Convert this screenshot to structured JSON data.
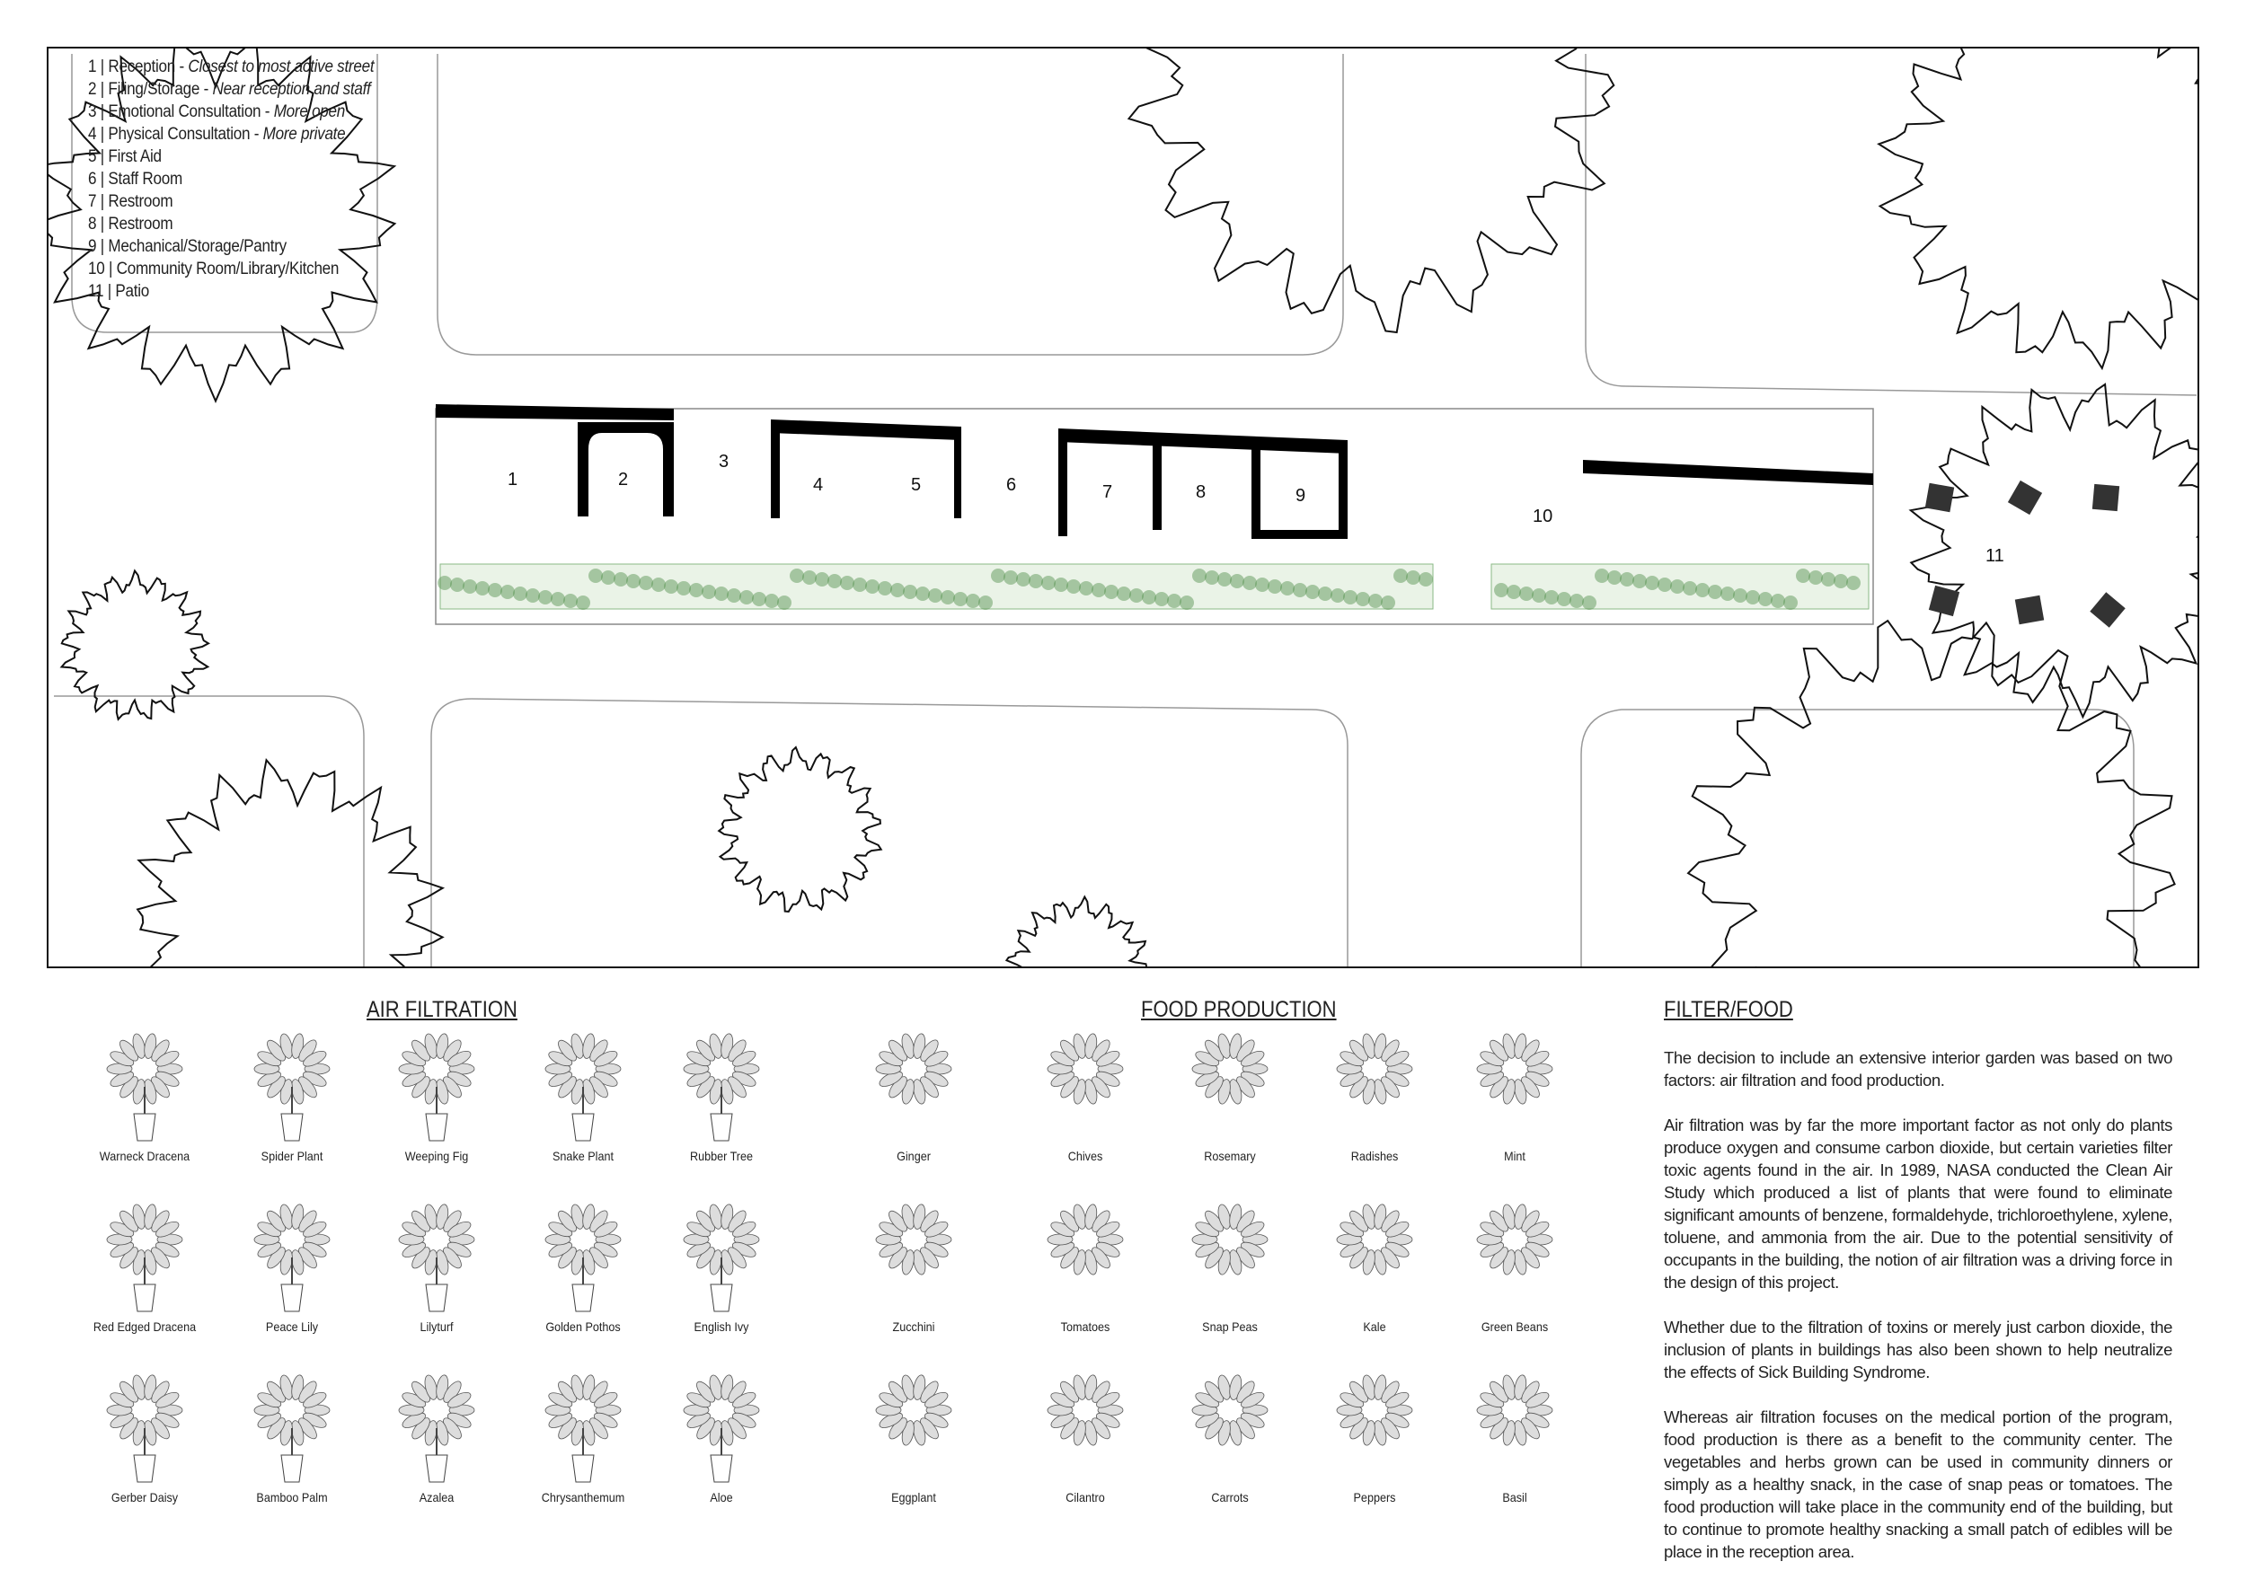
{
  "legend": [
    {
      "num": "1",
      "name": "Reception",
      "note": "Closest to most active street"
    },
    {
      "num": "2",
      "name": "Filing/Storage",
      "note": "Near reception and staff"
    },
    {
      "num": "3",
      "name": "Emotional Consultation",
      "note": "More open"
    },
    {
      "num": "4",
      "name": "Physical Consultation",
      "note": "More private"
    },
    {
      "num": "5",
      "name": "First Aid",
      "note": ""
    },
    {
      "num": "6",
      "name": "Staff Room",
      "note": ""
    },
    {
      "num": "7",
      "name": "Restroom",
      "note": ""
    },
    {
      "num": "8",
      "name": "Restroom",
      "note": ""
    },
    {
      "num": "9",
      "name": "Mechanical/Storage/Pantry",
      "note": ""
    },
    {
      "num": "10",
      "name": "Community Room/Library/Kitchen",
      "note": ""
    },
    {
      "num": "11",
      "name": "Patio",
      "note": ""
    }
  ],
  "room_numbers": [
    "1",
    "2",
    "3",
    "4",
    "5",
    "6",
    "7",
    "8",
    "9",
    "10",
    "11"
  ],
  "colors": {
    "wall": "#000000",
    "garden": "#4f8f4a",
    "line": "#111111"
  },
  "air_filtration": {
    "title": "AIR FILTRATION",
    "plants": [
      "Warneck Dracena",
      "Spider Plant",
      "Weeping Fig",
      "Snake Plant",
      "Rubber Tree",
      "Red Edged Dracena",
      "Peace Lily",
      "Lilyturf",
      "Golden Pothos",
      "English Ivy",
      "Gerber Daisy",
      "Bamboo Palm",
      "Azalea",
      "Chrysanthemum",
      "Aloe"
    ]
  },
  "food_production": {
    "title": "FOOD PRODUCTION",
    "plants": [
      "Ginger",
      "Chives",
      "Rosemary",
      "Radishes",
      "Mint",
      "Zucchini",
      "Tomatoes",
      "Snap Peas",
      "Kale",
      "Green Beans",
      "Eggplant",
      "Cilantro",
      "Carrots",
      "Peppers",
      "Basil"
    ]
  },
  "filter_food": {
    "title": "FILTER/FOOD",
    "paragraphs": [
      "The decision to include an extensive interior garden was based on two factors: air filtration and food production.",
      "Air filtration was by far the more important factor as not only do plants produce oxygen and consume carbon dioxide, but certain varieties filter toxic agents found in the air. In 1989, NASA conducted the Clean Air Study which produced a list of plants that were found to eliminate significant amounts of benzene, formaldehyde, trichloroethylene, xylene, toluene, and ammonia from the air. Due to the potential sensitivity of occupants in the building, the notion of air filtration was a driving force in the design of this project.",
      "Whether due to the filtration of toxins or merely just carbon dioxide, the inclusion of plants in buildings has also been shown to help neutralize the effects of Sick Building Syndrome.",
      "Whereas air filtration focuses on the medical portion of the program, food production is there as a benefit to the community center. The vegetables and herbs grown can be used in community dinners or simply as a healthy snack, in the case of snap peas or tomatoes. The food production will take place in the community end of the building, but to continue to promote healthy snacking a small patch of edibles will be place in the reception area."
    ]
  }
}
